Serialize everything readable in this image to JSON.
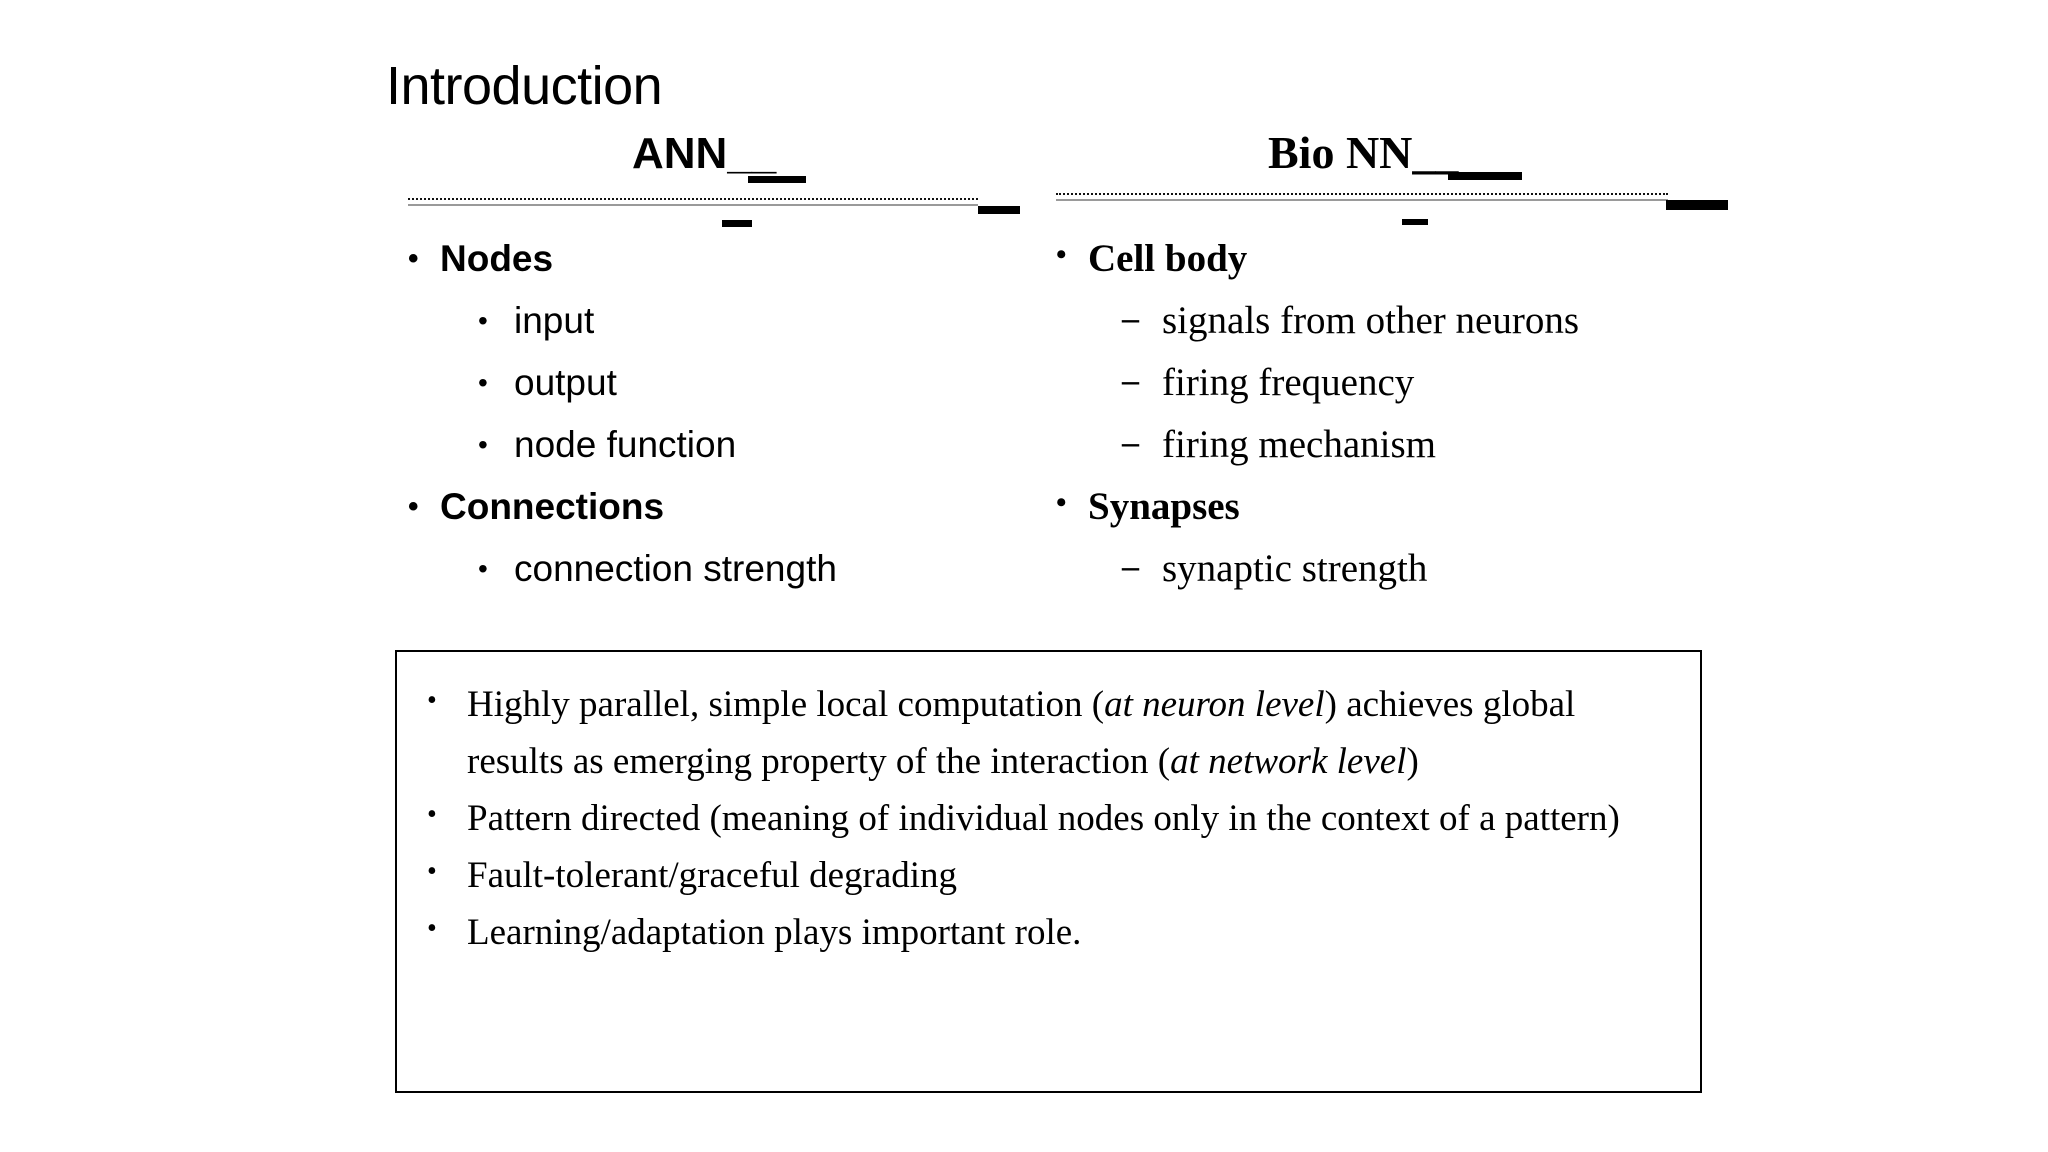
{
  "slide": {
    "title": "Introduction",
    "background_color": "#ffffff",
    "text_color": "#000000",
    "rule_color": "#9a9a9a"
  },
  "columns": {
    "left": {
      "header": "ANN",
      "header_underscore": "__",
      "items": [
        {
          "level": 1,
          "text": "Nodes"
        },
        {
          "level": 2,
          "text": "input"
        },
        {
          "level": 2,
          "text": "output"
        },
        {
          "level": 2,
          "text": "node function"
        },
        {
          "level": 1,
          "text": "Connections"
        },
        {
          "level": 2,
          "text": "connection strength"
        }
      ]
    },
    "right": {
      "header": "Bio NN",
      "header_underscore": "__",
      "items": [
        {
          "level": 1,
          "text": "Cell body"
        },
        {
          "level": 2,
          "text": "signals from other neurons"
        },
        {
          "level": 2,
          "text": "firing frequency"
        },
        {
          "level": 2,
          "text": "firing mechanism"
        },
        {
          "level": 1,
          "text": "Synapses"
        },
        {
          "level": 2,
          "text": "synaptic strength"
        }
      ]
    }
  },
  "note_box": {
    "items": [
      {
        "parts": [
          {
            "text": "Highly parallel, simple local computation (",
            "italic": false
          },
          {
            "text": "at neuron level",
            "italic": true
          },
          {
            "text": ") achieves global results as emerging property of the interaction (",
            "italic": false
          },
          {
            "text": "at network level",
            "italic": true
          },
          {
            "text": ")",
            "italic": false
          }
        ]
      },
      {
        "parts": [
          {
            "text": "Pattern directed (meaning of individual nodes only in the context of a pattern)",
            "italic": false
          }
        ]
      },
      {
        "parts": [
          {
            "text": "Fault-tolerant/graceful degrading",
            "italic": false
          }
        ]
      },
      {
        "parts": [
          {
            "text": "Learning/adaptation plays important role.",
            "italic": false
          }
        ]
      }
    ]
  }
}
